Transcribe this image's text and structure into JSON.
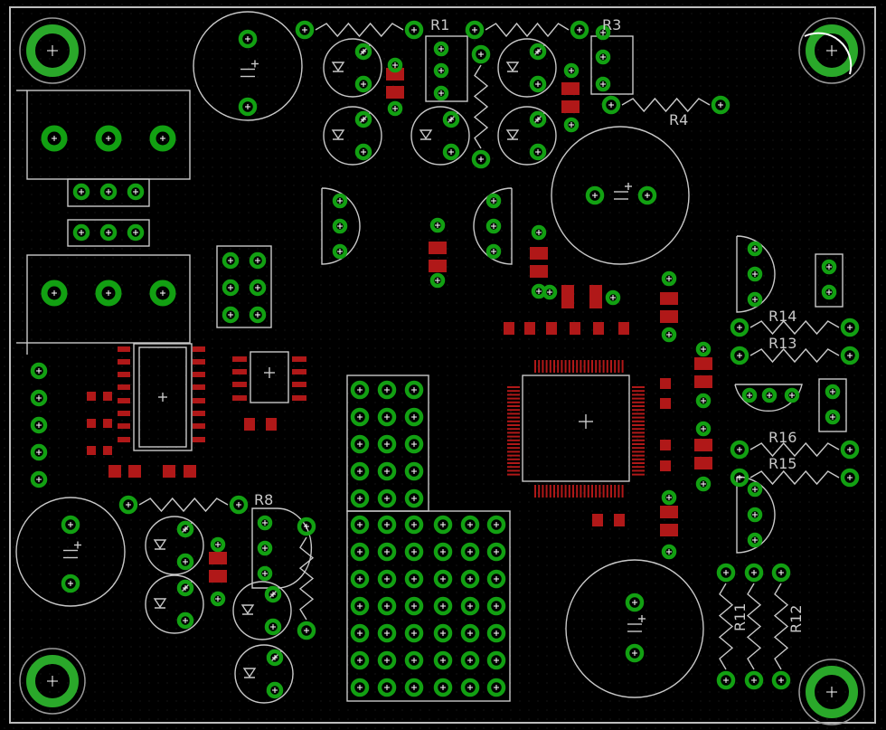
{
  "board": {
    "colors": {
      "background": "#000000",
      "grid_dot": "#1c1c1c",
      "outline": "#bdbdbd",
      "pad_ring": "#12a012",
      "pad_hole": "#ffffff",
      "smd": "#b01818",
      "text": "#c8c8c8"
    },
    "labels": {
      "r1": "R1",
      "r3": "R3",
      "r4": "R4",
      "r8": "R8",
      "r11": "R11",
      "r12": "R12",
      "r13": "R13",
      "r14": "R14",
      "r15": "R15",
      "r16": "R16"
    }
  }
}
